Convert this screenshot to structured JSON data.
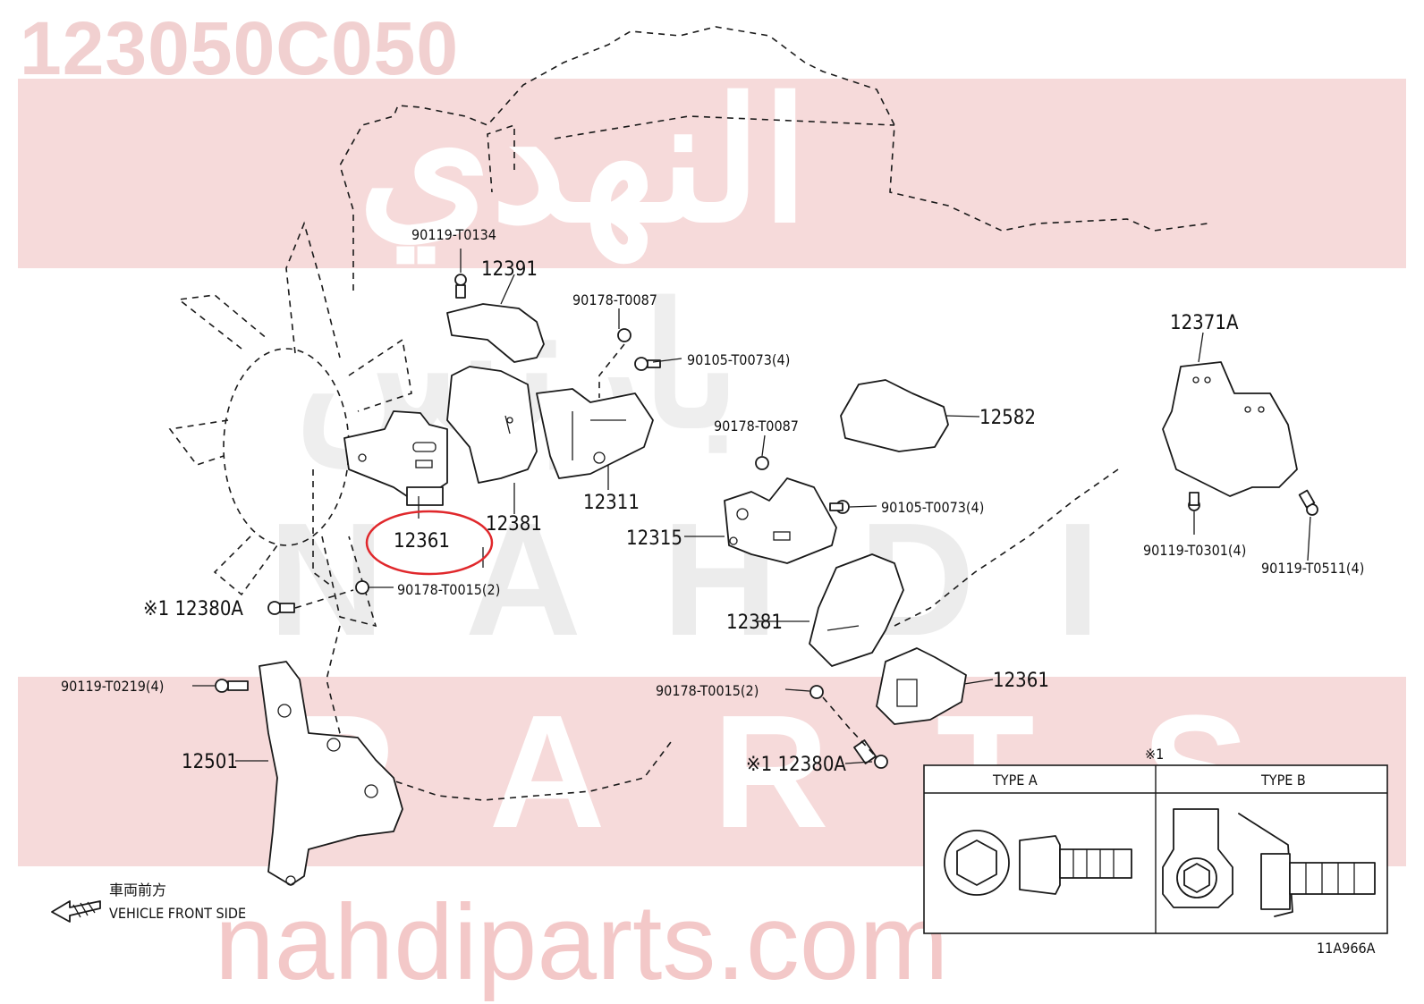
{
  "watermark": {
    "part_number": "123050C050",
    "arabic_top": "النهدي",
    "arabic_mid": "بارتس",
    "latin_mid": "NAHDI",
    "latin_low": "PARTS",
    "site": "nahdiparts.com"
  },
  "colors": {
    "band": "#f6dada",
    "watermark_text": "#f1d0d0",
    "highlight": "#e0282c",
    "ink": "#1a1a1a"
  },
  "labels": {
    "bolt_90119_T0134": "90119-T0134",
    "part_12391": "12391",
    "nut_90178_T0087_a": "90178-T0087",
    "bolt_90105_T0073_a": "90105-T0073(4)",
    "part_12371A": "12371A",
    "part_12582": "12582",
    "nut_90178_T0087_b": "90178-T0087",
    "bolt_90105_T0073_b": "90105-T0073(4)",
    "part_12311": "12311",
    "part_12381_a": "12381",
    "part_12361_a": "12361",
    "part_12315": "12315",
    "bolt_90119_T0301": "90119-T0301(4)",
    "bolt_90119_T0511": "90119-T0511(4)",
    "nut_90178_T0015_a": "90178-T0015(2)",
    "bolt_12380A_a": "※1 12380A",
    "part_12381_b": "12381",
    "bolt_90119_T0219": "90119-T0219(4)",
    "nut_90178_T0015_b": "90178-T0015(2)",
    "part_12361_b": "12361",
    "bolt_12380A_b": "※1 12380A",
    "part_12501": "12501"
  },
  "legend_table": {
    "note": "※1",
    "type_a": "TYPE A",
    "type_b": "TYPE B"
  },
  "direction": {
    "japanese": "車両前方",
    "english": "VEHICLE FRONT SIDE"
  },
  "figure_code": "11A966A"
}
